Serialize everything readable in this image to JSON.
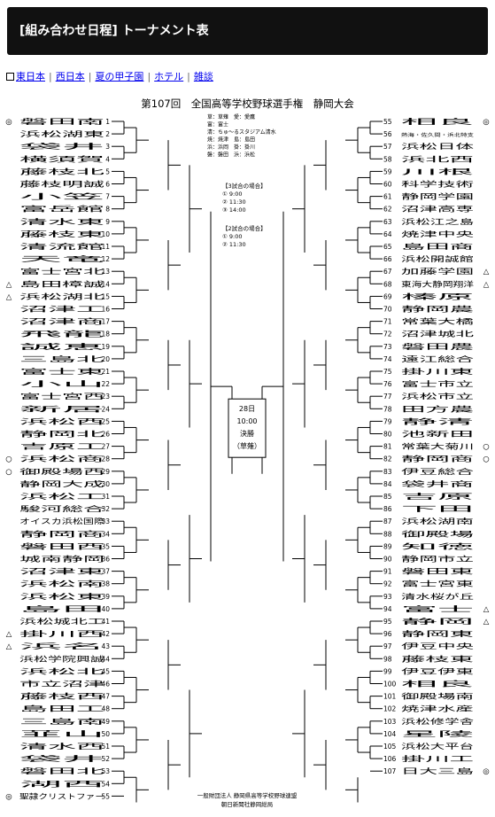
{
  "header": {
    "title": "[組み合わせ日程] トーナメント表"
  },
  "nav": {
    "items": [
      "東日本",
      "西日本",
      "夏の甲子園",
      "ホテル",
      "雑談"
    ]
  },
  "bracket": {
    "title": "第107回　全国高等学校野球選手権　静岡大会",
    "venues": [
      "草：草薙　愛：愛鷹",
      "富：富士",
      "清：ちゅ～るスタジアム清水",
      "焼：焼津　島：島田",
      "浜：浜岡　掛：掛川",
      "磐：磐田　浜：浜松"
    ],
    "schedule3": [
      "【3試合の場合】",
      "① 9:00",
      "② 11:30",
      "③ 14:00"
    ],
    "schedule2": [
      "【2試合の場合】",
      "① 9:00",
      "② 11:30"
    ],
    "final": [
      "28日",
      "10:00",
      "決勝",
      "（草薙）"
    ],
    "left_teams": [
      {
        "n": "1",
        "name": "磐田南",
        "mark": "◎"
      },
      {
        "n": "2",
        "name": "浜松湖東",
        "mark": ""
      },
      {
        "n": "3",
        "name": "袋井",
        "mark": ""
      },
      {
        "n": "4",
        "name": "横須賀",
        "mark": ""
      },
      {
        "n": "5",
        "name": "藤枝北",
        "mark": ""
      },
      {
        "n": "6",
        "name": "藤枝明誠",
        "mark": ""
      },
      {
        "n": "7",
        "name": "小笠",
        "mark": ""
      },
      {
        "n": "8",
        "name": "富岳館",
        "mark": ""
      },
      {
        "n": "9",
        "name": "清水東",
        "mark": ""
      },
      {
        "n": "10",
        "name": "藤枝東",
        "mark": ""
      },
      {
        "n": "11",
        "name": "清流館",
        "mark": ""
      },
      {
        "n": "12",
        "name": "天竜",
        "mark": ""
      },
      {
        "n": "13",
        "name": "富士宮北",
        "mark": ""
      },
      {
        "n": "14",
        "name": "島田樟誠",
        "mark": "△"
      },
      {
        "n": "15",
        "name": "浜松湖北",
        "mark": "△"
      },
      {
        "n": "16",
        "name": "沼津工",
        "mark": ""
      },
      {
        "n": "17",
        "name": "沼津商",
        "mark": ""
      },
      {
        "n": "18",
        "name": "飛龍",
        "mark": ""
      },
      {
        "n": "19",
        "name": "誠恵",
        "mark": ""
      },
      {
        "n": "20",
        "name": "三島北",
        "mark": ""
      },
      {
        "n": "21",
        "name": "富士東",
        "mark": ""
      },
      {
        "n": "22",
        "name": "小山",
        "mark": ""
      },
      {
        "n": "23",
        "name": "富士宮西",
        "mark": ""
      },
      {
        "n": "24",
        "name": "新居",
        "mark": ""
      },
      {
        "n": "25",
        "name": "浜松西",
        "mark": ""
      },
      {
        "n": "26",
        "name": "静岡北",
        "mark": ""
      },
      {
        "n": "27",
        "name": "吉原工",
        "mark": ""
      },
      {
        "n": "28",
        "name": "浜松商",
        "mark": "○"
      },
      {
        "n": "29",
        "name": "御殿場西",
        "mark": "○"
      },
      {
        "n": "30",
        "name": "静岡大成",
        "mark": ""
      },
      {
        "n": "31",
        "name": "浜松工",
        "mark": ""
      },
      {
        "n": "32",
        "name": "駿河総合",
        "mark": ""
      },
      {
        "n": "33",
        "name": "オイスカ浜松国際",
        "mark": ""
      },
      {
        "n": "34",
        "name": "静岡商",
        "mark": ""
      },
      {
        "n": "35",
        "name": "磐田西",
        "mark": ""
      },
      {
        "n": "36",
        "name": "城南静岡",
        "mark": ""
      },
      {
        "n": "37",
        "name": "沼津東",
        "mark": ""
      },
      {
        "n": "38",
        "name": "浜松南",
        "mark": ""
      },
      {
        "n": "39",
        "name": "浜松東",
        "mark": ""
      },
      {
        "n": "40",
        "name": "島田",
        "mark": ""
      },
      {
        "n": "41",
        "name": "浜松城北工",
        "mark": ""
      },
      {
        "n": "42",
        "name": "掛川西",
        "mark": "△"
      },
      {
        "n": "43",
        "name": "浜名",
        "mark": "△"
      },
      {
        "n": "44",
        "name": "浜松学院興誠",
        "mark": ""
      },
      {
        "n": "45",
        "name": "浜松北",
        "mark": ""
      },
      {
        "n": "46",
        "name": "市立沼津",
        "mark": ""
      },
      {
        "n": "47",
        "name": "藤枝西",
        "mark": ""
      },
      {
        "n": "48",
        "name": "島田工",
        "mark": ""
      },
      {
        "n": "49",
        "name": "三島南",
        "mark": ""
      },
      {
        "n": "50",
        "name": "韮山",
        "mark": ""
      },
      {
        "n": "51",
        "name": "清水西",
        "mark": ""
      },
      {
        "n": "52",
        "name": "袋井",
        "mark": ""
      },
      {
        "n": "53",
        "name": "磐田北",
        "mark": ""
      },
      {
        "n": "54",
        "name": "湖西",
        "mark": ""
      },
      {
        "n": "55",
        "name": "聖隷クリストファー",
        "mark": "◎"
      }
    ],
    "right_teams": [
      {
        "n": "55",
        "name": "相良",
        "mark": "◎"
      },
      {
        "n": "56",
        "name": "熱海・佐久間・浜北特支",
        "mark": ""
      },
      {
        "n": "57",
        "name": "浜松日体",
        "mark": ""
      },
      {
        "n": "58",
        "name": "浜北西",
        "mark": ""
      },
      {
        "n": "59",
        "name": "川根",
        "mark": ""
      },
      {
        "n": "60",
        "name": "科学技術",
        "mark": ""
      },
      {
        "n": "61",
        "name": "静岡学園",
        "mark": ""
      },
      {
        "n": "62",
        "name": "沼津高専",
        "mark": ""
      },
      {
        "n": "63",
        "name": "浜松江之島",
        "mark": ""
      },
      {
        "n": "64",
        "name": "焼津中央",
        "mark": ""
      },
      {
        "n": "65",
        "name": "島田商",
        "mark": ""
      },
      {
        "n": "66",
        "name": "浜松開誠館",
        "mark": ""
      },
      {
        "n": "67",
        "name": "加藤学園",
        "mark": "△"
      },
      {
        "n": "68",
        "name": "東海大静岡翔洋",
        "mark": "△"
      },
      {
        "n": "69",
        "name": "榛原",
        "mark": ""
      },
      {
        "n": "70",
        "name": "静岡農",
        "mark": ""
      },
      {
        "n": "71",
        "name": "常葉大橘",
        "mark": ""
      },
      {
        "n": "72",
        "name": "沼津城北",
        "mark": ""
      },
      {
        "n": "73",
        "name": "磐田農",
        "mark": ""
      },
      {
        "n": "74",
        "name": "遠江総合",
        "mark": ""
      },
      {
        "n": "75",
        "name": "掛川東",
        "mark": ""
      },
      {
        "n": "76",
        "name": "富士市立",
        "mark": ""
      },
      {
        "n": "77",
        "name": "浜松市立",
        "mark": ""
      },
      {
        "n": "78",
        "name": "田方農",
        "mark": ""
      },
      {
        "n": "79",
        "name": "静清",
        "mark": ""
      },
      {
        "n": "80",
        "name": "池新田",
        "mark": ""
      },
      {
        "n": "81",
        "name": "常葉大菊川",
        "mark": "○"
      },
      {
        "n": "82",
        "name": "静岡商",
        "mark": "○"
      },
      {
        "n": "83",
        "name": "伊豆総合",
        "mark": ""
      },
      {
        "n": "84",
        "name": "袋井商",
        "mark": ""
      },
      {
        "n": "85",
        "name": "吉原",
        "mark": ""
      },
      {
        "n": "86",
        "name": "下田",
        "mark": ""
      },
      {
        "n": "87",
        "name": "浜松湖南",
        "mark": ""
      },
      {
        "n": "88",
        "name": "御殿場",
        "mark": ""
      },
      {
        "n": "89",
        "name": "知徳",
        "mark": ""
      },
      {
        "n": "90",
        "name": "静岡市立",
        "mark": ""
      },
      {
        "n": "91",
        "name": "磐田東",
        "mark": ""
      },
      {
        "n": "92",
        "name": "富士宮東",
        "mark": ""
      },
      {
        "n": "93",
        "name": "清水桜が丘",
        "mark": ""
      },
      {
        "n": "94",
        "name": "富士",
        "mark": "△"
      },
      {
        "n": "95",
        "name": "静岡",
        "mark": "△"
      },
      {
        "n": "96",
        "name": "静岡東",
        "mark": ""
      },
      {
        "n": "97",
        "name": "伊豆中央",
        "mark": ""
      },
      {
        "n": "98",
        "name": "藤枝東",
        "mark": ""
      },
      {
        "n": "99",
        "name": "伊豆伊東",
        "mark": ""
      },
      {
        "n": "100",
        "name": "相良",
        "mark": ""
      },
      {
        "n": "101",
        "name": "御殿場南",
        "mark": ""
      },
      {
        "n": "102",
        "name": "焼津水産",
        "mark": ""
      },
      {
        "n": "103",
        "name": "浜松修学舎",
        "mark": ""
      },
      {
        "n": "104",
        "name": "星陵",
        "mark": ""
      },
      {
        "n": "105",
        "name": "浜松大平台",
        "mark": ""
      },
      {
        "n": "106",
        "name": "掛川工",
        "mark": ""
      },
      {
        "n": "107",
        "name": "日大三島",
        "mark": "◎"
      }
    ],
    "footer": [
      "一般財団法人 静岡県高等学校野球連盟",
      "朝日新聞社静岡総局"
    ]
  }
}
